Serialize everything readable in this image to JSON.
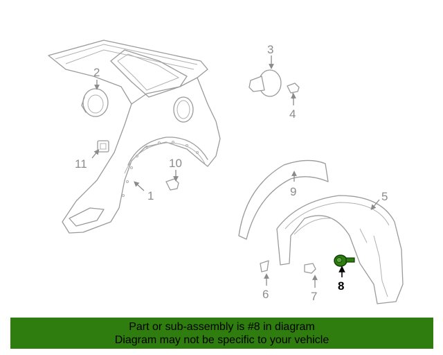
{
  "diagram": {
    "callouts": {
      "c1": "1",
      "c2": "2",
      "c3": "3",
      "c4": "4",
      "c5": "5",
      "c6": "6",
      "c7": "7",
      "c8": "8",
      "c9": "9",
      "c10": "10",
      "c11": "11"
    },
    "highlighted_part": "8",
    "highlight_color": "#2e7d0e",
    "line_color": "#9a9a9a"
  },
  "banner": {
    "line1": "Part or sub-assembly is #8 in diagram",
    "line2": "Diagram may not be specific to your vehicle",
    "background": "#2e7d0e"
  }
}
